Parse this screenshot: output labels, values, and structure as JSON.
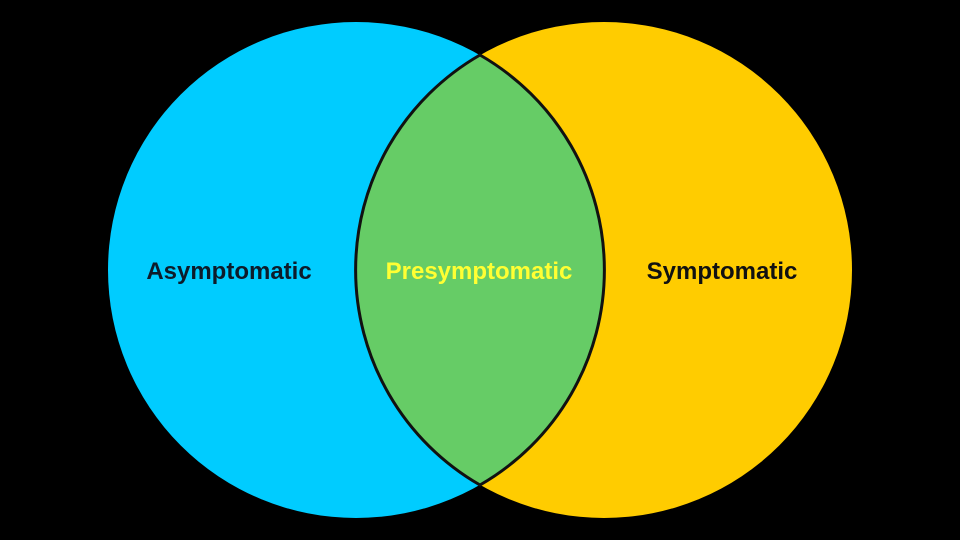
{
  "diagram": {
    "type": "venn",
    "background_color": "#000000",
    "sets": [
      {
        "label": "Asymptomatic",
        "fill": "#00CCFF",
        "text_color": "#0D1B2A"
      },
      {
        "label": "Symptomatic",
        "fill": "#FFCC00",
        "text_color": "#111111"
      }
    ],
    "intersection": {
      "label": "Presymptomatic",
      "fill": "#66CC66",
      "text_color": "#FFFF33"
    },
    "outline_color": "#111111"
  }
}
